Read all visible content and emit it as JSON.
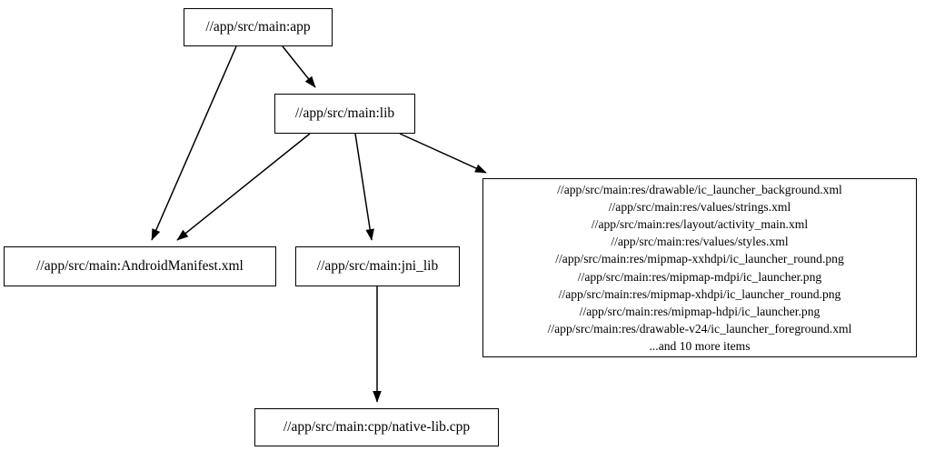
{
  "graph": {
    "type": "dependency-graph",
    "direction": "top-to-bottom",
    "background_color": "#ffffff",
    "node_border_color": "#000000",
    "edge_color": "#000000",
    "text_color": "#000000",
    "nodes": [
      {
        "id": "app",
        "label": "//app/src/main:app"
      },
      {
        "id": "lib",
        "label": "//app/src/main:lib"
      },
      {
        "id": "manifest",
        "label": "//app/src/main:AndroidManifest.xml"
      },
      {
        "id": "jni_lib",
        "label": "//app/src/main:jni_lib"
      },
      {
        "id": "res",
        "label": "//app/src/main:res/drawable/ic_launcher_background.xml\n//app/src/main:res/values/strings.xml\n//app/src/main:res/layout/activity_main.xml\n//app/src/main:res/values/styles.xml\n//app/src/main:res/mipmap-xxhdpi/ic_launcher_round.png\n//app/src/main:res/mipmap-mdpi/ic_launcher.png\n//app/src/main:res/mipmap-xhdpi/ic_launcher_round.png\n//app/src/main:res/mipmap-hdpi/ic_launcher.png\n//app/src/main:res/drawable-v24/ic_launcher_foreground.xml\n...and 10 more items",
        "lines": [
          "//app/src/main:res/drawable/ic_launcher_background.xml",
          "//app/src/main:res/values/strings.xml",
          "//app/src/main:res/layout/activity_main.xml",
          "//app/src/main:res/values/styles.xml",
          "//app/src/main:res/mipmap-xxhdpi/ic_launcher_round.png",
          "//app/src/main:res/mipmap-mdpi/ic_launcher.png",
          "//app/src/main:res/mipmap-xhdpi/ic_launcher_round.png",
          "//app/src/main:res/mipmap-hdpi/ic_launcher.png",
          "//app/src/main:res/drawable-v24/ic_launcher_foreground.xml",
          "...and 10 more items"
        ]
      },
      {
        "id": "cpp",
        "label": "//app/src/main:cpp/native-lib.cpp"
      }
    ],
    "edges": [
      {
        "from": "app",
        "to": "manifest"
      },
      {
        "from": "app",
        "to": "lib"
      },
      {
        "from": "lib",
        "to": "manifest"
      },
      {
        "from": "lib",
        "to": "jni_lib"
      },
      {
        "from": "lib",
        "to": "res"
      },
      {
        "from": "jni_lib",
        "to": "cpp"
      }
    ]
  }
}
